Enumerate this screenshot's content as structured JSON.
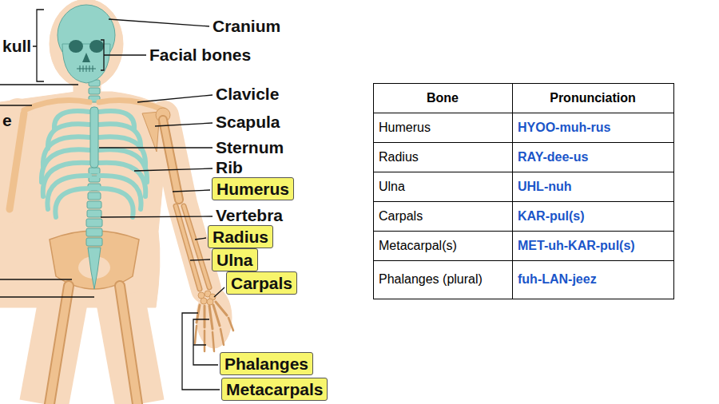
{
  "diagram": {
    "nodes": [
      {
        "text": [
          "Humerus"
        ]
      },
      {
        "text": [
          "Radius"
        ]
      },
      {
        "text": [
          "Ulna"
        ]
      },
      {
        "text": [
          "Carpals"
        ]
      },
      {
        "text": [
          "Phalanges"
        ]
      },
      {
        "text": [
          "Metacarpals"
        ]
      }
    ],
    "labels": [
      "kull",
      "e",
      "Cranium",
      "Facial bones",
      "Clavicle",
      "Scapula",
      "Sternum",
      "Rib",
      "Vertebra",
      "Bone",
      "Pronunciation",
      "Humerus",
      "HYOO-muh-rus",
      "Radius",
      "RAY-dee-us",
      "Ulna",
      "UHL-nuh",
      "Carpals",
      "KAR-pul(s)",
      "Metacarpal(s)",
      "MET-uh-KAR-pul(s)",
      "Phalanges (plural)",
      "fuh-LAN-jeez"
    ]
  }
}
